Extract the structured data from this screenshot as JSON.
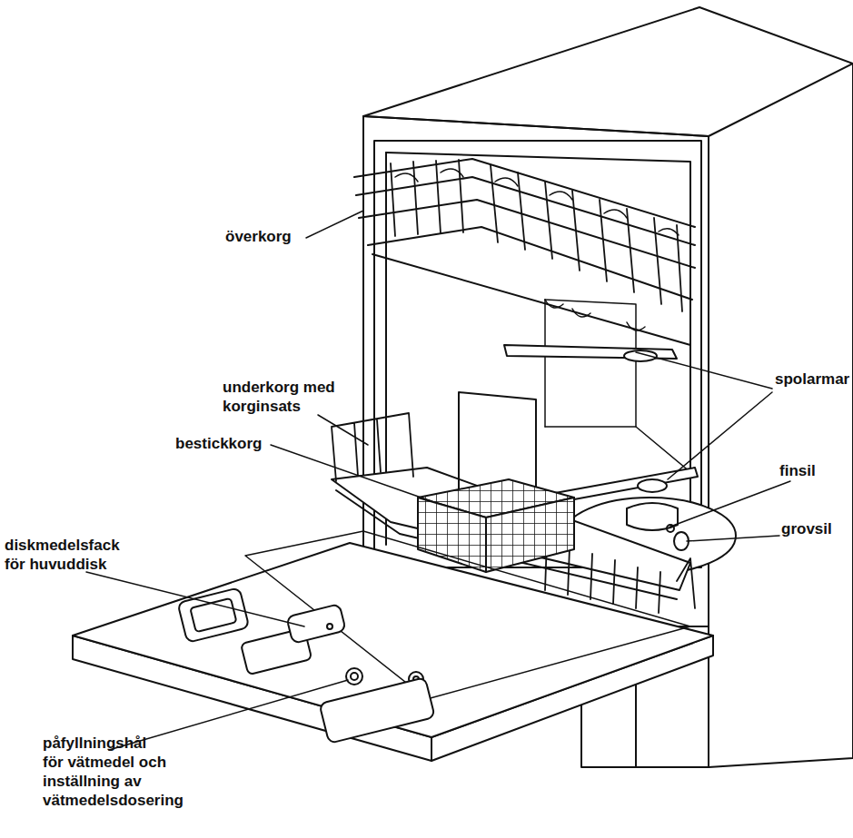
{
  "diagram": {
    "labels": [
      "överkorg",
      "underkorg med korginsats",
      "spolarmar",
      "bestickkorg",
      "finsil",
      "grovsil",
      "diskmedelsfack för huvuddisk",
      "påfyllningshål för vätmedel och inställning av vätmedelsdosering"
    ]
  }
}
